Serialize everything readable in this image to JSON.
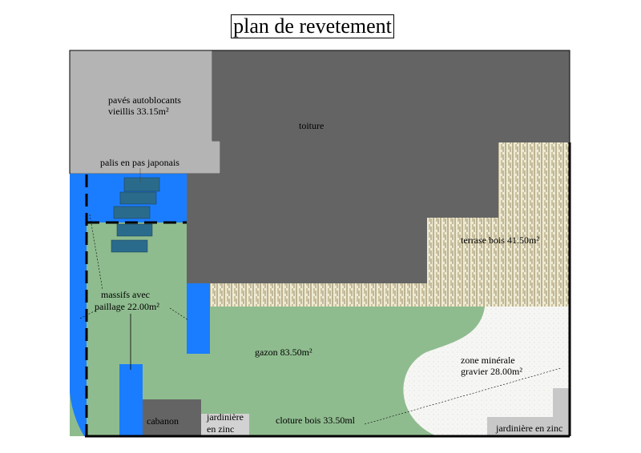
{
  "title": "plan de revetement",
  "zones": {
    "paves": {
      "line1": "pavés autoblocants",
      "line2": "vieillis 33.15m²"
    },
    "toiture": "toiture",
    "palis": "palis en pas japonais",
    "terrasse": "terrase bois 41.50m²",
    "massifs": {
      "line1": "massifs avec",
      "line2": "paillage 22.00m²"
    },
    "gazon": "gazon 83.50m²",
    "gravier": {
      "line1": "zone minérale",
      "line2": "gravier 28.00m²"
    },
    "cabanon": "cabanon",
    "jardiniere_left": {
      "line1": "jardinière",
      "line2": "en zinc"
    },
    "cloture": "cloture bois 33.50ml",
    "jardiniere_right": "jardinière en zinc"
  },
  "colors": {
    "paves": "#b4b4b4",
    "toiture": "#646464",
    "massifs": "#1a7dff",
    "gazon": "#8fbc8f",
    "stones": "#2a6b8c",
    "terrasse": "#e9e4c8",
    "gravier": "#f4f4f2"
  }
}
